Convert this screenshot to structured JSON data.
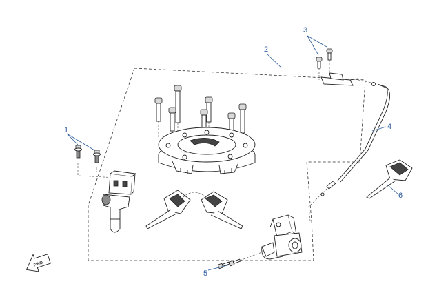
{
  "callouts": [
    {
      "id": "1",
      "label": "1"
    },
    {
      "id": "2",
      "label": "2"
    },
    {
      "id": "3",
      "label": "3"
    },
    {
      "id": "4",
      "label": "4"
    },
    {
      "id": "5",
      "label": "5"
    },
    {
      "id": "6",
      "label": "6"
    }
  ],
  "fwd_label": "FWD",
  "colors": {
    "callout": "#2a5a9c",
    "line": "#222222",
    "part_grey": "#8a8a8a"
  }
}
